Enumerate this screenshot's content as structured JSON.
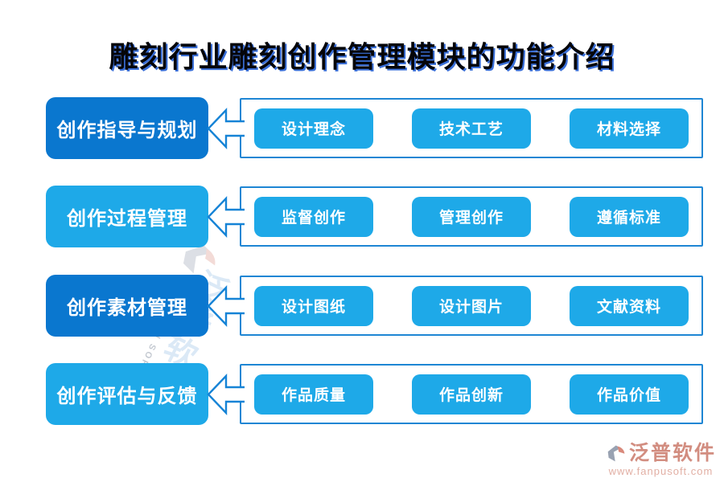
{
  "title": "雕刻行业雕刻创作管理模块的功能介绍",
  "rows": [
    {
      "label": "创作指导与规划",
      "tone": "dark",
      "items": [
        "设计理念",
        "技术工艺",
        "材料选择"
      ]
    },
    {
      "label": "创作过程管理",
      "tone": "light",
      "items": [
        "监督创作",
        "管理创作",
        "遵循标准"
      ]
    },
    {
      "label": "创作素材管理",
      "tone": "dark",
      "items": [
        "设计图纸",
        "设计图片",
        "文献资料"
      ]
    },
    {
      "label": "创作评估与反馈",
      "tone": "light",
      "items": [
        "作品质量",
        "作品创新",
        "作品价值"
      ]
    }
  ],
  "watermark": {
    "cn": "泛普软件",
    "en": "FANPU SOFTWARE"
  },
  "footer": {
    "brand": "泛普软件",
    "url": "www.fanpusoft.com"
  },
  "colors": {
    "dark_label": "#0a77cf",
    "light_label": "#1ea9e8",
    "chip": "#1ea9e8",
    "panel_border": "#1e86d4",
    "arrow_stroke": "#1583d6",
    "title_shadow": "#3a6fd8",
    "brand_salmon": "#d28d80",
    "url_salmon": "#e2afa4",
    "logo_gray": "#99a2b2",
    "logo_salmon": "#d98a7c"
  }
}
